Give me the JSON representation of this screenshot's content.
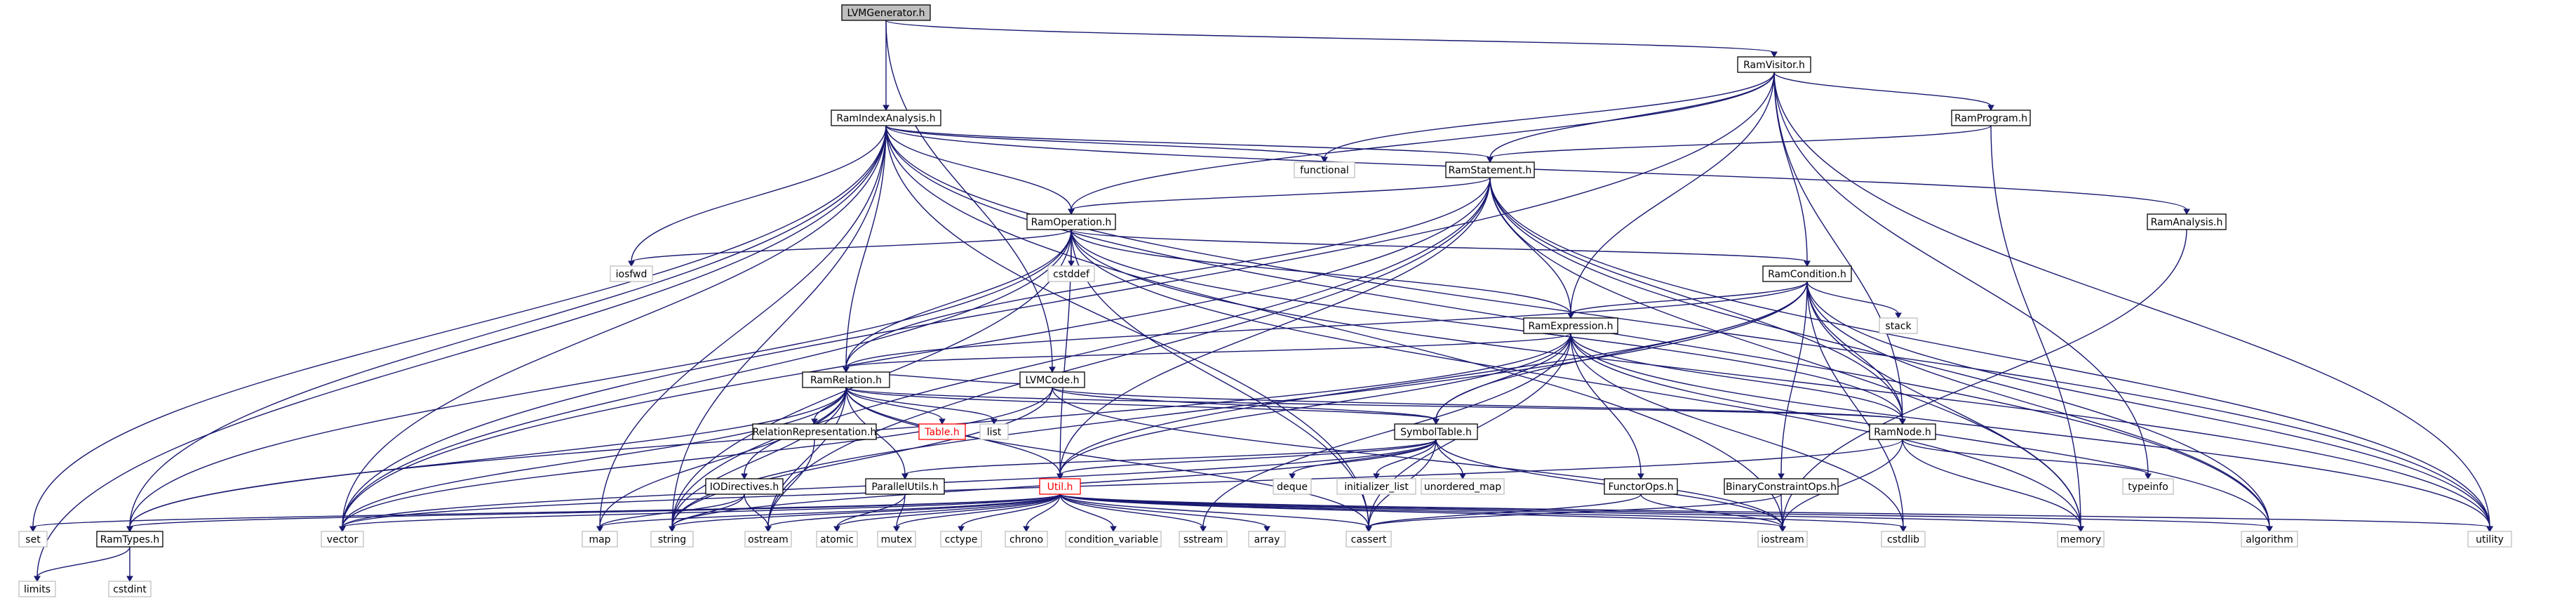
{
  "title": "",
  "colors": {
    "edge": "#191970",
    "root_fill": "#bfbfbf",
    "node_border": "#000000",
    "system_border": "#bfbfbf",
    "missing_border": "#ff0000"
  },
  "nodes": [
    {
      "id": "LVMGenerator.h",
      "label": "LVMGenerator.h",
      "kind": "root"
    },
    {
      "id": "RamVisitor.h",
      "label": "RamVisitor.h",
      "kind": "normal"
    },
    {
      "id": "RamIndexAnalysis.h",
      "label": "RamIndexAnalysis.h",
      "kind": "normal"
    },
    {
      "id": "RamProgram.h",
      "label": "RamProgram.h",
      "kind": "normal"
    },
    {
      "id": "functional",
      "label": "functional",
      "kind": "system"
    },
    {
      "id": "RamStatement.h",
      "label": "RamStatement.h",
      "kind": "normal"
    },
    {
      "id": "RamOperation.h",
      "label": "RamOperation.h",
      "kind": "normal"
    },
    {
      "id": "RamAnalysis.h",
      "label": "RamAnalysis.h",
      "kind": "normal"
    },
    {
      "id": "iosfwd",
      "label": "iosfwd",
      "kind": "system"
    },
    {
      "id": "cstddef",
      "label": "cstddef",
      "kind": "system"
    },
    {
      "id": "RamCondition.h",
      "label": "RamCondition.h",
      "kind": "normal"
    },
    {
      "id": "stack",
      "label": "stack",
      "kind": "system"
    },
    {
      "id": "RamExpression.h",
      "label": "RamExpression.h",
      "kind": "normal"
    },
    {
      "id": "RamRelation.h",
      "label": "RamRelation.h",
      "kind": "normal"
    },
    {
      "id": "LVMCode.h",
      "label": "LVMCode.h",
      "kind": "normal"
    },
    {
      "id": "Table.h",
      "label": "Table.h",
      "kind": "missing"
    },
    {
      "id": "list",
      "label": "list",
      "kind": "system"
    },
    {
      "id": "RelationRepresentation.h",
      "label": "RelationRepresentation.h",
      "kind": "normal"
    },
    {
      "id": "SymbolTable.h",
      "label": "SymbolTable.h",
      "kind": "normal"
    },
    {
      "id": "RamNode.h",
      "label": "RamNode.h",
      "kind": "normal"
    },
    {
      "id": "IODirectives.h",
      "label": "IODirectives.h",
      "kind": "normal"
    },
    {
      "id": "ParallelUtils.h",
      "label": "ParallelUtils.h",
      "kind": "normal"
    },
    {
      "id": "deque",
      "label": "deque",
      "kind": "system"
    },
    {
      "id": "initializer_list",
      "label": "initializer_list",
      "kind": "system"
    },
    {
      "id": "unordered_map",
      "label": "unordered_map",
      "kind": "system"
    },
    {
      "id": "FunctorOps.h",
      "label": "FunctorOps.h",
      "kind": "normal"
    },
    {
      "id": "BinaryConstraintOps.h",
      "label": "BinaryConstraintOps.h",
      "kind": "normal"
    },
    {
      "id": "typeinfo",
      "label": "typeinfo",
      "kind": "system"
    },
    {
      "id": "Util.h",
      "label": "Util.h",
      "kind": "missing"
    },
    {
      "id": "set",
      "label": "set",
      "kind": "system"
    },
    {
      "id": "RamTypes.h",
      "label": "RamTypes.h",
      "kind": "normal"
    },
    {
      "id": "vector",
      "label": "vector",
      "kind": "system"
    },
    {
      "id": "map",
      "label": "map",
      "kind": "system"
    },
    {
      "id": "string",
      "label": "string",
      "kind": "system"
    },
    {
      "id": "ostream",
      "label": "ostream",
      "kind": "system"
    },
    {
      "id": "atomic",
      "label": "atomic",
      "kind": "system"
    },
    {
      "id": "mutex",
      "label": "mutex",
      "kind": "system"
    },
    {
      "id": "cctype",
      "label": "cctype",
      "kind": "system"
    },
    {
      "id": "chrono",
      "label": "chrono",
      "kind": "system"
    },
    {
      "id": "condition_variable",
      "label": "condition_variable",
      "kind": "system"
    },
    {
      "id": "sstream",
      "label": "sstream",
      "kind": "system"
    },
    {
      "id": "array",
      "label": "array",
      "kind": "system"
    },
    {
      "id": "cassert",
      "label": "cassert",
      "kind": "system"
    },
    {
      "id": "iostream",
      "label": "iostream",
      "kind": "system"
    },
    {
      "id": "cstdlib",
      "label": "cstdlib",
      "kind": "system"
    },
    {
      "id": "memory",
      "label": "memory",
      "kind": "system"
    },
    {
      "id": "algorithm",
      "label": "algorithm",
      "kind": "system"
    },
    {
      "id": "utility",
      "label": "utility",
      "kind": "system"
    },
    {
      "id": "limits",
      "label": "limits",
      "kind": "system"
    },
    {
      "id": "cstdint",
      "label": "cstdint",
      "kind": "system"
    }
  ],
  "edges": [
    [
      "LVMGenerator.h",
      "RamVisitor.h"
    ],
    [
      "LVMGenerator.h",
      "RamIndexAnalysis.h"
    ],
    [
      "LVMGenerator.h",
      "LVMCode.h"
    ],
    [
      "RamVisitor.h",
      "RamProgram.h"
    ],
    [
      "RamVisitor.h",
      "RamStatement.h"
    ],
    [
      "RamVisitor.h",
      "RamOperation.h"
    ],
    [
      "RamVisitor.h",
      "RamCondition.h"
    ],
    [
      "RamVisitor.h",
      "RamExpression.h"
    ],
    [
      "RamVisitor.h",
      "RamNode.h"
    ],
    [
      "RamVisitor.h",
      "functional"
    ],
    [
      "RamVisitor.h",
      "typeinfo"
    ],
    [
      "RamVisitor.h",
      "vector"
    ],
    [
      "RamVisitor.h",
      "utility"
    ],
    [
      "RamProgram.h",
      "RamStatement.h"
    ],
    [
      "RamProgram.h",
      "memory"
    ],
    [
      "RamIndexAnalysis.h",
      "RamAnalysis.h"
    ],
    [
      "RamIndexAnalysis.h",
      "RamOperation.h"
    ],
    [
      "RamIndexAnalysis.h",
      "RamStatement.h"
    ],
    [
      "RamIndexAnalysis.h",
      "RamRelation.h"
    ],
    [
      "RamIndexAnalysis.h",
      "RamTypes.h"
    ],
    [
      "RamIndexAnalysis.h",
      "functional"
    ],
    [
      "RamIndexAnalysis.h",
      "iosfwd"
    ],
    [
      "RamIndexAnalysis.h",
      "set"
    ],
    [
      "RamIndexAnalysis.h",
      "vector"
    ],
    [
      "RamIndexAnalysis.h",
      "map"
    ],
    [
      "RamIndexAnalysis.h",
      "string"
    ],
    [
      "RamIndexAnalysis.h",
      "cassert"
    ],
    [
      "RamIndexAnalysis.h",
      "limits"
    ],
    [
      "RamIndexAnalysis.h",
      "iostream"
    ],
    [
      "RamIndexAnalysis.h",
      "utility"
    ],
    [
      "RamIndexAnalysis.h",
      "algorithm"
    ],
    [
      "RamStatement.h",
      "RamOperation.h"
    ],
    [
      "RamStatement.h",
      "RamRelation.h"
    ],
    [
      "RamStatement.h",
      "RamExpression.h"
    ],
    [
      "RamStatement.h",
      "RamNode.h"
    ],
    [
      "RamStatement.h",
      "Util.h"
    ],
    [
      "RamStatement.h",
      "vector"
    ],
    [
      "RamStatement.h",
      "string"
    ],
    [
      "RamStatement.h",
      "ostream"
    ],
    [
      "RamStatement.h",
      "memory"
    ],
    [
      "RamStatement.h",
      "utility"
    ],
    [
      "RamStatement.h",
      "algorithm"
    ],
    [
      "RamOperation.h",
      "RamCondition.h"
    ],
    [
      "RamOperation.h",
      "RamExpression.h"
    ],
    [
      "RamOperation.h",
      "RamRelation.h"
    ],
    [
      "RamOperation.h",
      "RamNode.h"
    ],
    [
      "RamOperation.h",
      "RamTypes.h"
    ],
    [
      "RamOperation.h",
      "Util.h"
    ],
    [
      "RamOperation.h",
      "iosfwd"
    ],
    [
      "RamOperation.h",
      "cstddef"
    ],
    [
      "RamOperation.h",
      "vector"
    ],
    [
      "RamOperation.h",
      "string"
    ],
    [
      "RamOperation.h",
      "cassert"
    ],
    [
      "RamOperation.h",
      "memory"
    ],
    [
      "RamOperation.h",
      "utility"
    ],
    [
      "RamAnalysis.h",
      "iostream"
    ],
    [
      "RamCondition.h",
      "RamExpression.h"
    ],
    [
      "RamCondition.h",
      "RamRelation.h"
    ],
    [
      "RamCondition.h",
      "RamNode.h"
    ],
    [
      "RamCondition.h",
      "SymbolTable.h"
    ],
    [
      "RamCondition.h",
      "BinaryConstraintOps.h"
    ],
    [
      "RamCondition.h",
      "Util.h"
    ],
    [
      "RamCondition.h",
      "stack"
    ],
    [
      "RamCondition.h",
      "string"
    ],
    [
      "RamCondition.h",
      "cstdlib"
    ],
    [
      "RamCondition.h",
      "memory"
    ],
    [
      "RamCondition.h",
      "utility"
    ],
    [
      "RamCondition.h",
      "algorithm"
    ],
    [
      "RamExpression.h",
      "RamRelation.h"
    ],
    [
      "RamExpression.h",
      "RamNode.h"
    ],
    [
      "RamExpression.h",
      "SymbolTable.h"
    ],
    [
      "RamExpression.h",
      "FunctorOps.h"
    ],
    [
      "RamExpression.h",
      "RamTypes.h"
    ],
    [
      "RamExpression.h",
      "Util.h"
    ],
    [
      "RamExpression.h",
      "sstream"
    ],
    [
      "RamExpression.h",
      "cassert"
    ],
    [
      "RamExpression.h",
      "cstdlib"
    ],
    [
      "RamExpression.h",
      "algorithm"
    ],
    [
      "RamExpression.h",
      "utility"
    ],
    [
      "RamRelation.h",
      "RamNode.h"
    ],
    [
      "RamRelation.h",
      "RelationRepresentation.h"
    ],
    [
      "RamRelation.h",
      "SymbolTable.h"
    ],
    [
      "RamRelation.h",
      "Table.h"
    ],
    [
      "RamRelation.h",
      "list"
    ],
    [
      "RamRelation.h",
      "IODirectives.h"
    ],
    [
      "RamRelation.h",
      "ParallelUtils.h"
    ],
    [
      "RamRelation.h",
      "RamTypes.h"
    ],
    [
      "RamRelation.h",
      "Util.h"
    ],
    [
      "RamRelation.h",
      "vector"
    ],
    [
      "RamRelation.h",
      "map"
    ],
    [
      "RamRelation.h",
      "string"
    ],
    [
      "RamRelation.h",
      "ostream"
    ],
    [
      "RamRelation.h",
      "cassert"
    ],
    [
      "LVMCode.h",
      "RamRelation.h"
    ],
    [
      "LVMCode.h",
      "SymbolTable.h"
    ],
    [
      "LVMCode.h",
      "RamNode.h"
    ],
    [
      "LVMCode.h",
      "vector"
    ],
    [
      "LVMCode.h",
      "string"
    ],
    [
      "LVMCode.h",
      "iostream"
    ],
    [
      "RelationRepresentation.h",
      "ostream"
    ],
    [
      "SymbolTable.h",
      "ParallelUtils.h"
    ],
    [
      "SymbolTable.h",
      "Util.h"
    ],
    [
      "SymbolTable.h",
      "deque"
    ],
    [
      "SymbolTable.h",
      "initializer_list"
    ],
    [
      "SymbolTable.h",
      "unordered_map"
    ],
    [
      "SymbolTable.h",
      "vector"
    ],
    [
      "SymbolTable.h",
      "string"
    ],
    [
      "SymbolTable.h",
      "cassert"
    ],
    [
      "SymbolTable.h",
      "iostream"
    ],
    [
      "RamNode.h",
      "typeinfo"
    ],
    [
      "RamNode.h",
      "memory"
    ],
    [
      "RamNode.h",
      "iostream"
    ],
    [
      "RamNode.h",
      "vector"
    ],
    [
      "IODirectives.h",
      "map"
    ],
    [
      "IODirectives.h",
      "string"
    ],
    [
      "IODirectives.h",
      "ostream"
    ],
    [
      "ParallelUtils.h",
      "atomic"
    ],
    [
      "ParallelUtils.h",
      "mutex"
    ],
    [
      "FunctorOps.h",
      "cassert"
    ],
    [
      "FunctorOps.h",
      "iostream"
    ],
    [
      "BinaryConstraintOps.h",
      "iostream"
    ],
    [
      "BinaryConstraintOps.h",
      "cassert"
    ],
    [
      "Util.h",
      "RamTypes.h"
    ],
    [
      "Util.h",
      "set"
    ],
    [
      "Util.h",
      "vector"
    ],
    [
      "Util.h",
      "map"
    ],
    [
      "Util.h",
      "string"
    ],
    [
      "Util.h",
      "ostream"
    ],
    [
      "Util.h",
      "atomic"
    ],
    [
      "Util.h",
      "mutex"
    ],
    [
      "Util.h",
      "cctype"
    ],
    [
      "Util.h",
      "chrono"
    ],
    [
      "Util.h",
      "condition_variable"
    ],
    [
      "Util.h",
      "sstream"
    ],
    [
      "Util.h",
      "array"
    ],
    [
      "Util.h",
      "cassert"
    ],
    [
      "Util.h",
      "iostream"
    ],
    [
      "Util.h",
      "cstdlib"
    ],
    [
      "Util.h",
      "memory"
    ],
    [
      "Util.h",
      "algorithm"
    ],
    [
      "Util.h",
      "utility"
    ],
    [
      "RamTypes.h",
      "limits"
    ],
    [
      "RamTypes.h",
      "cstdint"
    ]
  ]
}
